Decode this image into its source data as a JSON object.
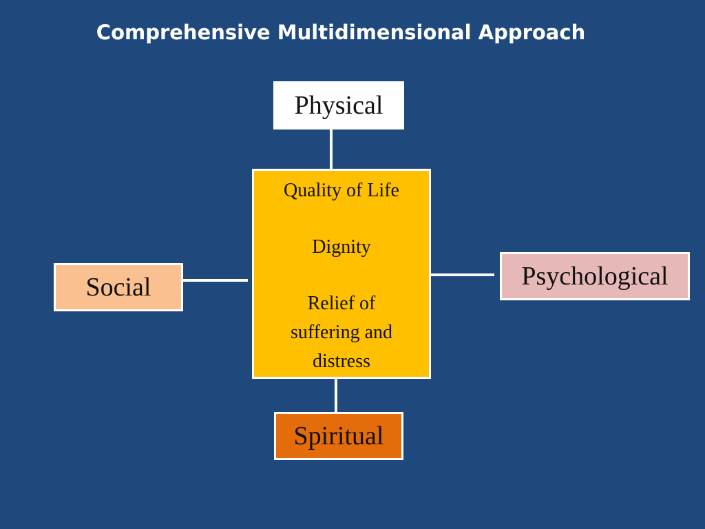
{
  "slide": {
    "title": "Comprehensive Multidimensional Approach"
  },
  "diagram": {
    "center": {
      "lines": [
        "Quality of Life",
        "Dignity",
        "Relief of",
        "suffering and",
        "distress"
      ]
    },
    "nodes": {
      "top": "Physical",
      "right": "Psychological",
      "bottom": "Spiritual",
      "left": "Social"
    }
  },
  "colors": {
    "background": "#1f497d",
    "center_fill": "#ffc000",
    "physical_fill": "#ffffff",
    "psychological_fill": "#e6b9b8",
    "spiritual_fill": "#e46c0a",
    "social_fill": "#fac090",
    "border": "#ffffff"
  }
}
